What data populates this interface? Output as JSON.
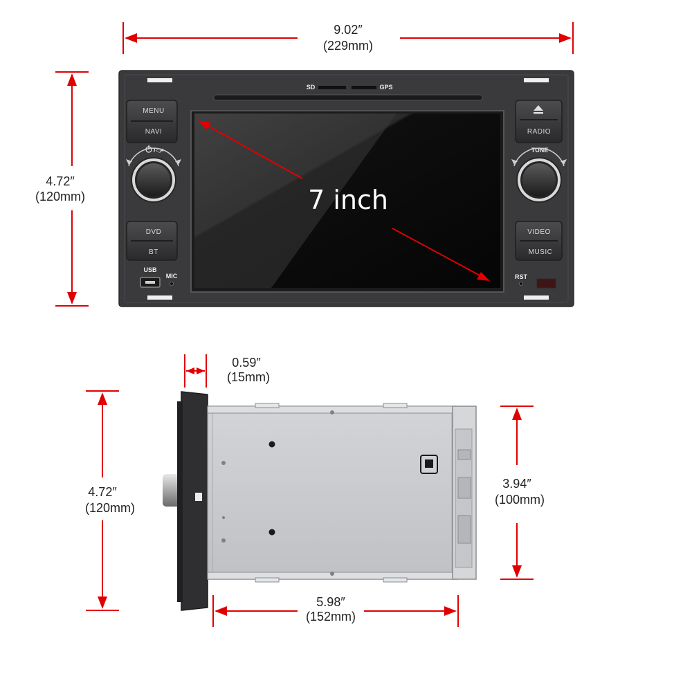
{
  "front_view": {
    "width_in": "9.02″",
    "width_mm": "(229mm)",
    "height_in": "4.72″",
    "height_mm": "(120mm)",
    "screen_size_label": "7 inch",
    "buttons": {
      "menu": "MENU",
      "navi": "NAVI",
      "radio": "RADIO",
      "tune": "TUNE",
      "dvd": "DVD",
      "bt": "BT",
      "video": "VIDEO",
      "music": "MUSIC",
      "usb": "USB",
      "mic": "MIC",
      "rst": "RST",
      "sd": "SD",
      "gps": "GPS"
    },
    "power_mute_icon": "power-mute-icon",
    "eject_icon": "eject-icon"
  },
  "side_view": {
    "faceplate_depth_in": "0.59″",
    "faceplate_depth_mm": "(15mm)",
    "height_in": "4.72″",
    "height_mm": "(120mm)",
    "chassis_height_in": "3.94″",
    "chassis_height_mm": "(100mm)",
    "chassis_depth_in": "5.98″",
    "chassis_depth_mm": "(152mm)"
  },
  "colors": {
    "dimension_line": "#e00000",
    "device_body": "#3a3a3c",
    "chassis": "#c9cbce"
  }
}
